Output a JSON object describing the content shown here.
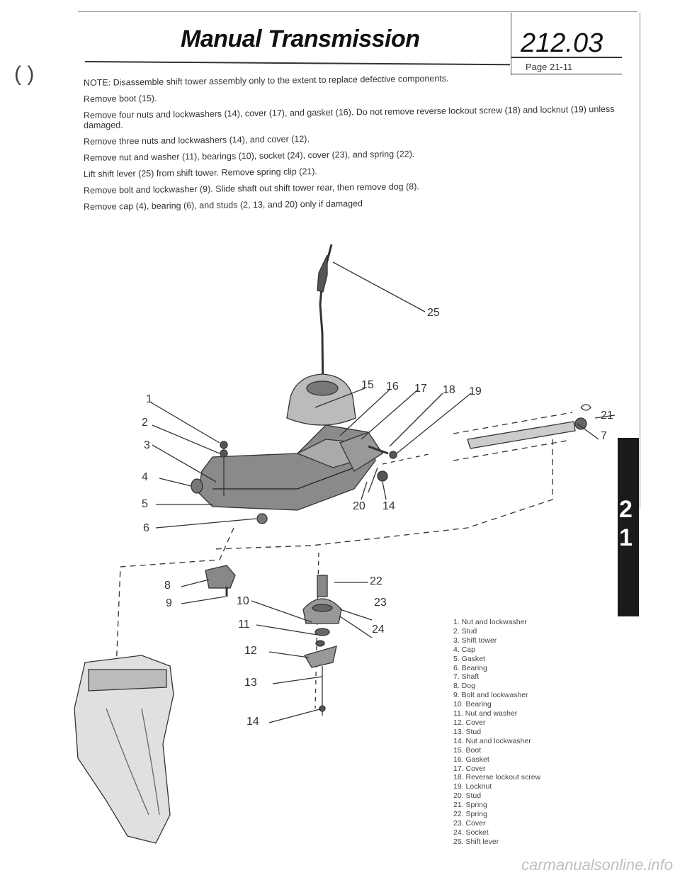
{
  "header": {
    "title": "Manual Transmission",
    "section": "212.03",
    "page": "Page 21-11"
  },
  "steps": [
    "NOTE: Disassemble shift tower assembly only to the extent to replace defective components.",
    "Remove boot (15).",
    "Remove four nuts and lockwashers (14), cover (17), and gasket (16). Do not remove reverse lockout screw (18) and locknut (19) unless damaged.",
    "Remove three nuts and lockwashers (14), and cover (12).",
    "Remove nut and washer (11), bearings (10), socket (24), cover (23), and spring (22).",
    "Lift shift lever (25) from shift tower. Remove spring clip (21).",
    "Remove bolt and lockwasher (9). Slide shaft out shift tower rear, then remove dog (8).",
    "Remove cap (4), bearing (6), and studs (2, 13, and 20) only if damaged"
  ],
  "callouts": [
    "1",
    "2",
    "3",
    "4",
    "5",
    "6",
    "7",
    "8",
    "9",
    "10",
    "11",
    "12",
    "13",
    "14",
    "15",
    "16",
    "17",
    "18",
    "19",
    "20",
    "14",
    "21",
    "22",
    "23",
    "24",
    "25"
  ],
  "legend": [
    "1. Nut and lockwasher",
    "2. Stud",
    "3. Shift tower",
    "4. Cap",
    "5. Gasket",
    "6. Bearing",
    "7. Shaft",
    "8. Dog",
    "9. Bolt and lockwasher",
    "10. Bearing",
    "11. Nut and washer",
    "12. Cover",
    "13. Stud",
    "14. Nut and lockwasher",
    "15. Boot",
    "16. Gasket",
    "17. Cover",
    "18. Reverse lockout screw",
    "19. Locknut",
    "20. Stud",
    "21. Spring",
    "22. Spring",
    "23. Cover",
    "24. Socket",
    "25. Shift lever"
  ],
  "side_tab": [
    "2",
    "1"
  ],
  "watermark": "carmanualsonline.info"
}
